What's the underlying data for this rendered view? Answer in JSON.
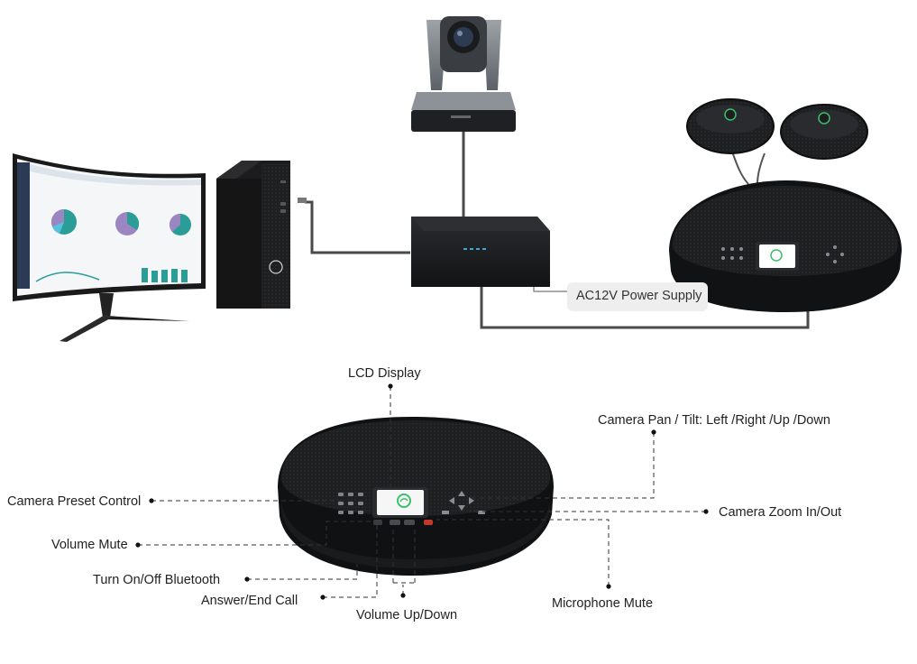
{
  "power_supply": {
    "label": "AC12V Power Supply"
  },
  "labels": {
    "lcd_display": "LCD Display",
    "camera_pan_tilt": "Camera Pan / Tilt: Left /Right /Up /Down",
    "camera_preset_control": "Camera Preset Control",
    "camera_zoom": "Camera Zoom In/Out",
    "volume_mute": "Volume Mute",
    "bluetooth": "Turn On/Off Bluetooth",
    "answer_end_call": "Answer/End Call",
    "volume_up_down": "Volume Up/Down",
    "microphone_mute": "Microphone Mute"
  },
  "colors": {
    "device_dark": "#1c1d1f",
    "cable": "#4a4a4a",
    "teal": "#2a9d97",
    "purple": "#9b86c2",
    "lcd_green": "#3bbf6a"
  },
  "devices": {
    "monitor_icon": "monitor-icon",
    "pc_icon": "pc-tower-icon",
    "camera_icon": "ptz-camera-icon",
    "hub_icon": "hub-box-icon",
    "speakerphone_icon": "speakerphone-icon",
    "expansion_mic_icon": "expansion-mic-icon"
  }
}
